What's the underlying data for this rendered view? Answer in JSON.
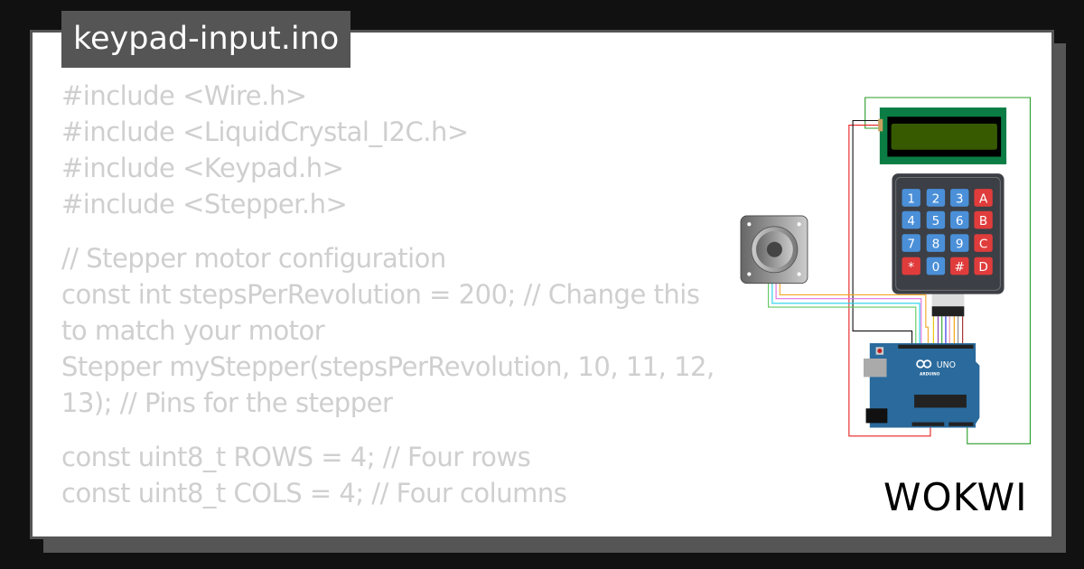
{
  "title": "keypad-input.ino",
  "code_lines": [
    "#include <Wire.h>",
    "#include <LiquidCrystal_I2C.h>",
    "#include <Keypad.h>",
    "#include <Stepper.h>",
    "",
    "// Stepper motor configuration",
    "const int stepsPerRevolution = 200; // Change this to match your motor",
    "Stepper myStepper(stepsPerRevolution, 10, 11, 12, 13); // Pins for the stepper",
    "",
    "const uint8_t ROWS = 4; // Four rows",
    "const uint8_t COLS = 4; // Four columns"
  ],
  "keypad": {
    "keys": [
      "1",
      "2",
      "3",
      "A",
      "4",
      "5",
      "6",
      "B",
      "7",
      "8",
      "9",
      "C",
      "*",
      "0",
      "#",
      "D"
    ],
    "colors": {
      "blue": "#4a8fd8",
      "red": "#e03c3c"
    }
  },
  "arduino": {
    "model": "UNO",
    "brand": "ARDUINO"
  },
  "logo": "WOKWI",
  "colors": {
    "background": "#111111",
    "frame": "#555555",
    "code_text": "#cfcfcf",
    "lcd_board": "#0b7d44",
    "lcd_screen": "#375a00",
    "arduino_board": "#2a6a9c"
  }
}
